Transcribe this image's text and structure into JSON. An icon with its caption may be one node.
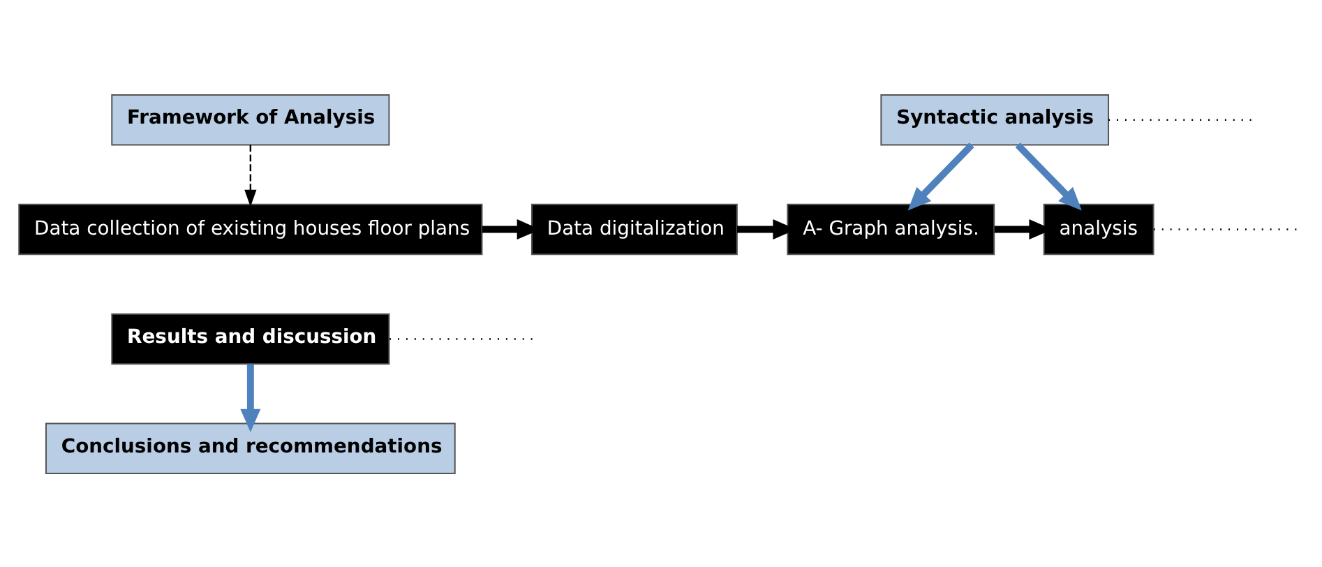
{
  "diagram": {
    "nodes": [
      {
        "text": [
          "Framework of Analysis"
        ]
      },
      {
        "text": [
          "Data collection of existing houses floor plans"
        ]
      },
      {
        "text": [
          "Data digitalization"
        ]
      },
      {
        "text": [
          "A- Graph analysis."
        ]
      },
      {
        "text": [
          "analysis"
        ]
      },
      {
        "text": [
          "Syntactic analysis"
        ]
      },
      {
        "text": [
          "Results and discussion"
        ]
      },
      {
        "text": [
          "Conclusions and recommendations"
        ]
      }
    ],
    "edges": [
      {
        "from": 0,
        "to": 1,
        "arrow": "to",
        "style": "dashed"
      },
      {
        "from": 1,
        "to": 2,
        "arrow": "to"
      },
      {
        "from": 2,
        "to": 3,
        "arrow": "to"
      },
      {
        "from": 3,
        "to": 4,
        "arrow": "to"
      },
      {
        "from": 5,
        "to": 3,
        "arrow": "to",
        "color": "#4f81bd"
      },
      {
        "from": 5,
        "to": 4,
        "arrow": "to",
        "color": "#4f81bd"
      },
      {
        "from": 5,
        "to": null,
        "arrow": "none",
        "style": "dashed"
      },
      {
        "from": 4,
        "to": null,
        "arrow": "none",
        "style": "dashed"
      },
      {
        "from": 6,
        "to": null,
        "arrow": "none",
        "style": "dashed"
      },
      {
        "from": 6,
        "to": 7,
        "arrow": "to",
        "color": "#4f81bd"
      }
    ]
  }
}
